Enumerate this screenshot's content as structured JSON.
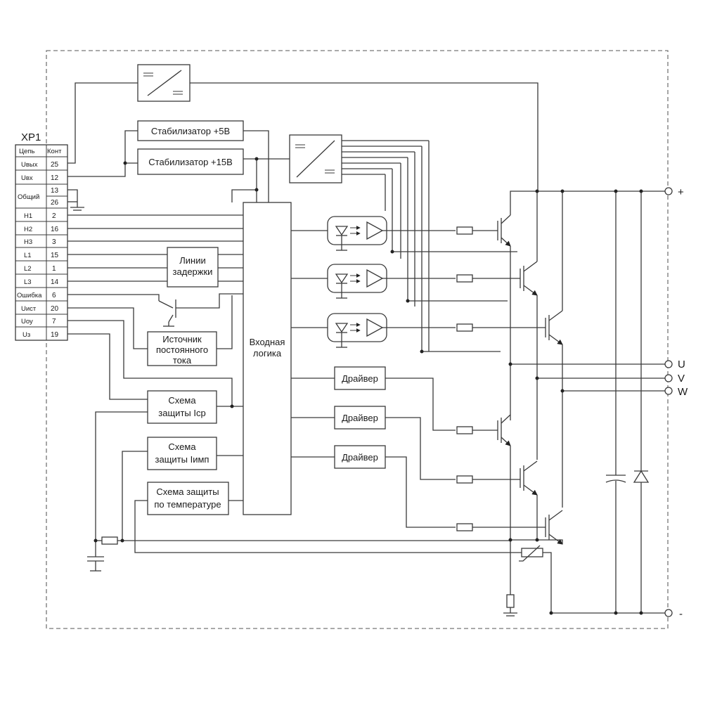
{
  "connector": {
    "name": "XP1",
    "header_circuit": "Цепь",
    "header_contact": "Конт",
    "rows": [
      {
        "signal": "Uвых",
        "pin": "25"
      },
      {
        "signal": "Uвх",
        "pin": "12"
      },
      {
        "signal": "Общий",
        "pin": "13"
      },
      {
        "signal": "",
        "pin": "26"
      },
      {
        "signal": "H1",
        "pin": "2"
      },
      {
        "signal": "H2",
        "pin": "16"
      },
      {
        "signal": "H3",
        "pin": "3"
      },
      {
        "signal": "L1",
        "pin": "15"
      },
      {
        "signal": "L2",
        "pin": "1"
      },
      {
        "signal": "L3",
        "pin": "14"
      },
      {
        "signal": "Ошибка",
        "pin": "6"
      },
      {
        "signal": "Uист",
        "pin": "20"
      },
      {
        "signal": "Uоу",
        "pin": "7"
      },
      {
        "signal": "Uз",
        "pin": "19"
      }
    ]
  },
  "blocks": {
    "stab5": "Стабилизатор +5В",
    "stab15": "Стабилизатор +15В",
    "delay": [
      "Линии",
      "задержки"
    ],
    "current_source": [
      "Источник",
      "постоянного",
      "тока"
    ],
    "input_logic": [
      "Входная",
      "логика"
    ],
    "prot_avg": [
      "Схема",
      "защиты Iср"
    ],
    "prot_pulse": [
      "Схема",
      "защиты Iимп"
    ],
    "prot_temp": [
      "Схема защиты",
      "по температуре"
    ],
    "driver_1": "Драйвер",
    "driver_2": "Драйвер",
    "driver_3": "Драйвер"
  },
  "outputs": {
    "plus": "+",
    "u": "U",
    "v": "V",
    "w": "W",
    "minus": "-"
  }
}
